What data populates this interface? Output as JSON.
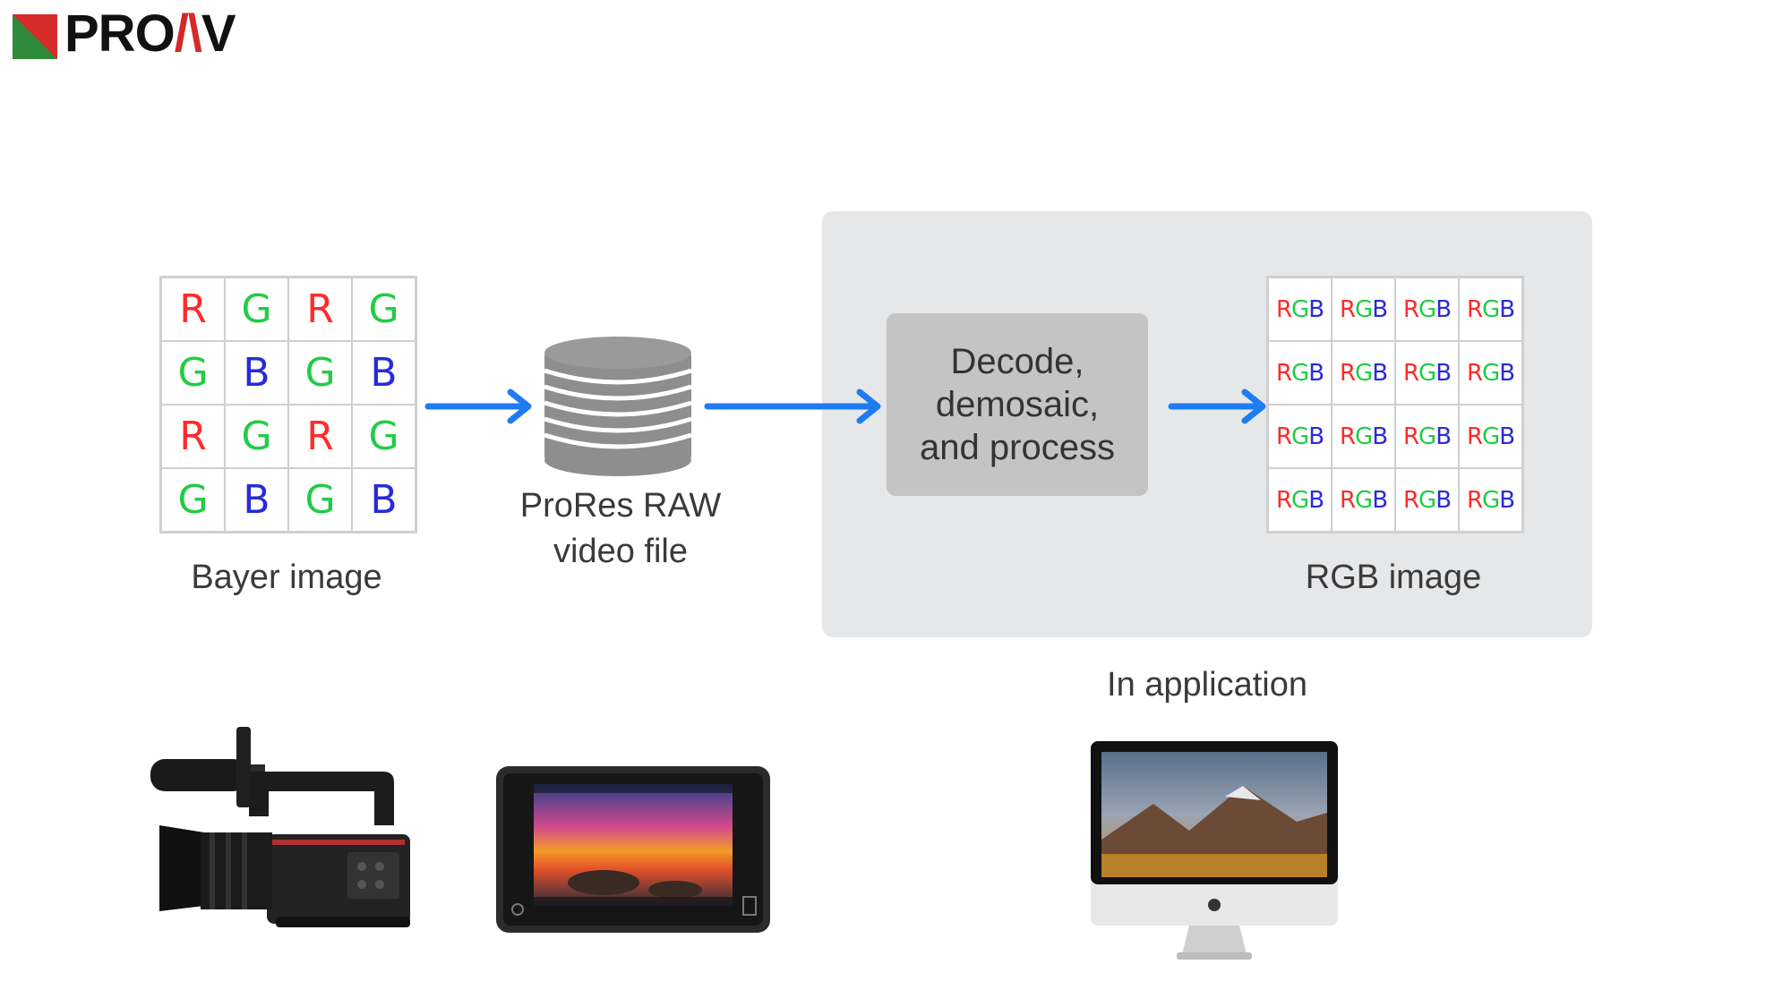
{
  "logo": {
    "text_left": "PRO",
    "text_red": "/\\",
    "text_right": "V",
    "brand_text": "PROAV"
  },
  "bayer": {
    "rows": [
      [
        "R",
        "G",
        "R",
        "G"
      ],
      [
        "G",
        "B",
        "G",
        "B"
      ],
      [
        "R",
        "G",
        "R",
        "G"
      ],
      [
        "G",
        "B",
        "G",
        "B"
      ]
    ],
    "caption": "Bayer image"
  },
  "storage": {
    "caption_line1": "ProRes RAW",
    "caption_line2": "video file"
  },
  "process": {
    "label": "Decode,\ndemosaic,\nand process"
  },
  "rgb": {
    "cell_text": [
      "R",
      "G",
      "B"
    ],
    "caption": "RGB image"
  },
  "app_panel": {
    "caption": "In application"
  },
  "colors": {
    "red": "#ff2a2a",
    "green": "#22cc44",
    "blue": "#2a2ad8",
    "arrow": "#1f7bf2",
    "panel": "#e6e7e9",
    "process_box": "#c4c4c4"
  },
  "devices": [
    "camera-icon",
    "monitor-recorder-icon",
    "imac-icon"
  ]
}
